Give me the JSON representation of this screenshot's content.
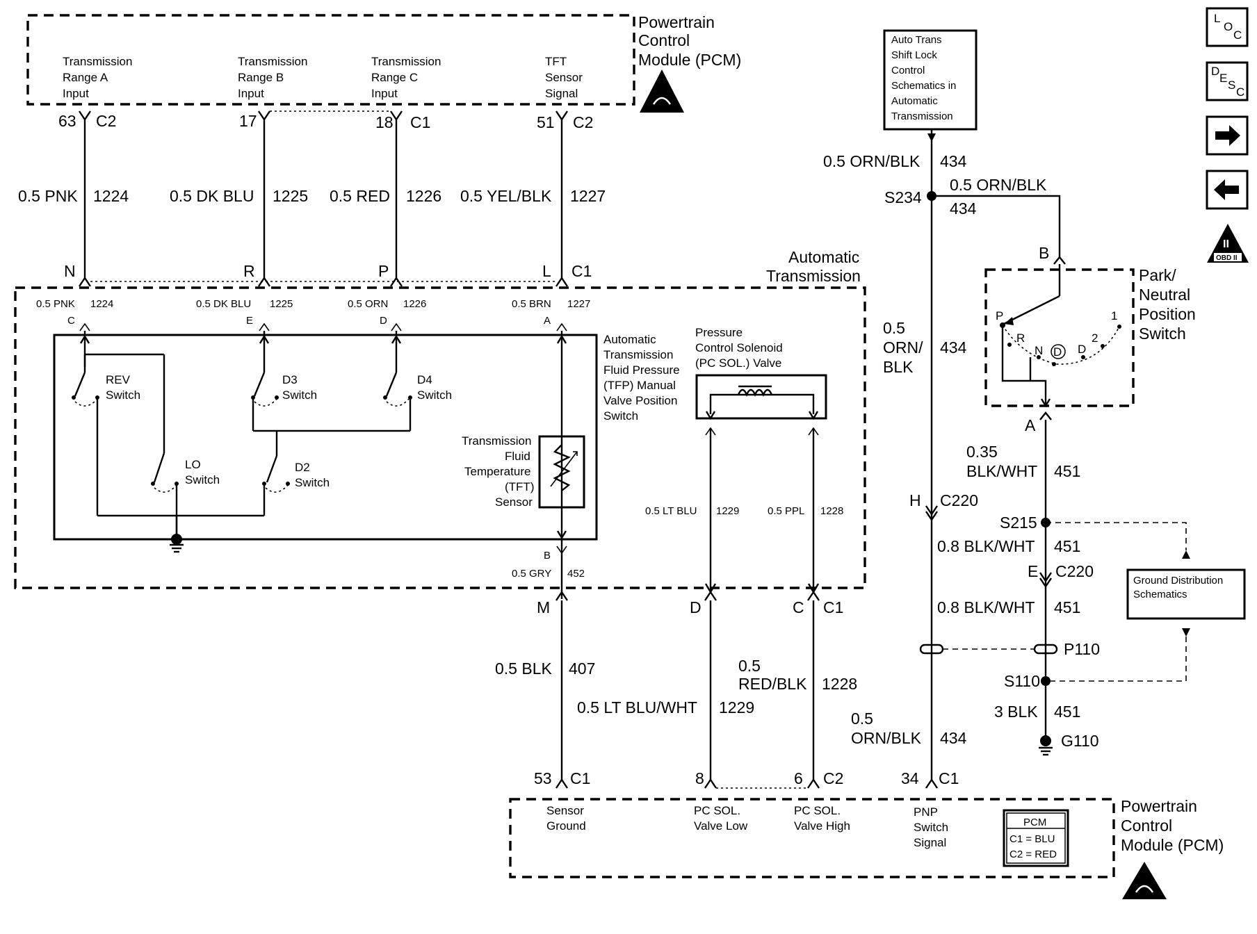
{
  "pcm_top": {
    "title": [
      "Powertrain",
      "Control",
      "Module (PCM)"
    ],
    "inputs": [
      {
        "label": [
          "Transmission",
          "Range A",
          "Input"
        ],
        "pin": "63",
        "conn": "C2",
        "wire": "0.5 PNK",
        "circuit": "1224",
        "end_letter": "N"
      },
      {
        "label": [
          "Transmission",
          "Range B",
          "Input"
        ],
        "pin": "17",
        "conn": "",
        "wire": "0.5 DK BLU",
        "circuit": "1225",
        "end_letter": "R"
      },
      {
        "label": [
          "Transmission",
          "Range C",
          "Input"
        ],
        "pin": "18",
        "conn": "C1",
        "wire": "0.5 RED",
        "circuit": "1226",
        "end_letter": "P"
      },
      {
        "label": [
          "TFT",
          "Sensor",
          "Signal"
        ],
        "pin": "51",
        "conn": "C2",
        "wire": "0.5 YEL/BLK",
        "circuit": "1227",
        "end_letter": "L"
      }
    ],
    "end_conn": "C1"
  },
  "auto_trans": {
    "title": [
      "Automatic",
      "Transmission"
    ],
    "internal": [
      {
        "wire": "0.5 PNK",
        "circuit": "1224",
        "letter": "C"
      },
      {
        "wire": "0.5 DK BLU",
        "circuit": "1225",
        "letter": "E"
      },
      {
        "wire": "0.5 ORN",
        "circuit": "1226",
        "letter": "D"
      },
      {
        "wire": "0.5 BRN",
        "circuit": "1227",
        "letter": "A"
      }
    ],
    "tfp_label": [
      "Automatic",
      "Transmission",
      "Fluid Pressure",
      "(TFP) Manual",
      "Valve Position",
      "Switch"
    ],
    "switches": {
      "rev": [
        "REV",
        "Switch"
      ],
      "d3": [
        "D3",
        "Switch"
      ],
      "d4": [
        "D4",
        "Switch"
      ],
      "lo": [
        "LO",
        "Switch"
      ],
      "d2": [
        "D2",
        "Switch"
      ]
    },
    "tft_label": [
      "Transmission",
      "Fluid",
      "Temperature",
      "(TFT)",
      "Sensor"
    ],
    "pc_sol_label": [
      "Pressure",
      "Control Solenoid",
      "(PC SOL.) Valve"
    ],
    "sol_wires": [
      {
        "wire": "0.5 LT BLU",
        "circuit": "1229"
      },
      {
        "wire": "0.5 PPL",
        "circuit": "1228"
      }
    ],
    "b_letter": "B",
    "b_wire": "0.5 GRY",
    "b_circuit": "452"
  },
  "bottom_wires": {
    "m": {
      "letter": "M",
      "wire": "0.5 BLK",
      "circuit": "407",
      "pin": "53",
      "conn": "C1"
    },
    "d": {
      "letter": "D",
      "wire": "0.5 LT BLU/WHT",
      "circuit": "1229",
      "pin": "8"
    },
    "c": {
      "letter": "C",
      "conn": "C1",
      "wire": [
        "0.5",
        "RED/BLK"
      ],
      "circuit": "1228",
      "pin": "6",
      "pin_conn": "C2"
    }
  },
  "pcm_bottom": {
    "title": [
      "Powertrain",
      "Control",
      "Module (PCM)"
    ],
    "labels": {
      "sensor_ground": [
        "Sensor",
        "Ground"
      ],
      "pc_low": [
        "PC SOL.",
        "Valve Low"
      ],
      "pc_high": [
        "PC SOL.",
        "Valve High"
      ],
      "pnp": [
        "PNP",
        "Switch",
        "Signal"
      ]
    },
    "legend": {
      "title": "PCM",
      "c1": "C1 = BLU",
      "c2": "C2 = RED"
    }
  },
  "shift_lock": {
    "box": [
      "Auto Trans",
      "Shift Lock",
      "Control",
      "Schematics in",
      "Automatic",
      "Transmission"
    ],
    "wire1": "0.5 ORN/BLK",
    "circuit1": "434",
    "splice": "S234",
    "branch_wire": "0.5 ORN/BLK",
    "branch_circuit": "434",
    "main_wire": [
      "0.5",
      "ORN/",
      "BLK"
    ],
    "main_circuit": "434",
    "conn_h": "H",
    "conn_h_name": "C220",
    "low_wire": [
      "0.5",
      "ORN/BLK"
    ],
    "low_circuit": "434",
    "pin": "34",
    "pin_conn": "C1"
  },
  "pnp": {
    "label": [
      "Park/",
      "Neutral",
      "Position",
      "Switch"
    ],
    "b_letter": "B",
    "a_letter": "A",
    "gears": {
      "p": "P",
      "r": "R",
      "n": "N",
      "d": "D",
      "d2": "D",
      "two": "2",
      "one": "1"
    },
    "wire1": [
      "0.35",
      "BLK/WHT"
    ],
    "circuit1": "451",
    "s215": "S215",
    "wire2": "0.8 BLK/WHT",
    "circuit2": "451",
    "conn_e": "E",
    "conn_e_name": "C220",
    "wire3": "0.8 BLK/WHT",
    "circuit3": "451",
    "p110": "P110",
    "s110": "S110",
    "wire4": "3 BLK",
    "circuit4": "451",
    "g110": "G110",
    "gd_box": [
      "Ground Distribution",
      "Schematics"
    ]
  },
  "nav": {
    "loc": {
      "l": "L",
      "o": "O",
      "c": "C"
    },
    "desc": {
      "d": "D",
      "e": "E",
      "s": "S",
      "c": "C"
    },
    "obd": "OBD II",
    "obd_num": "II"
  }
}
